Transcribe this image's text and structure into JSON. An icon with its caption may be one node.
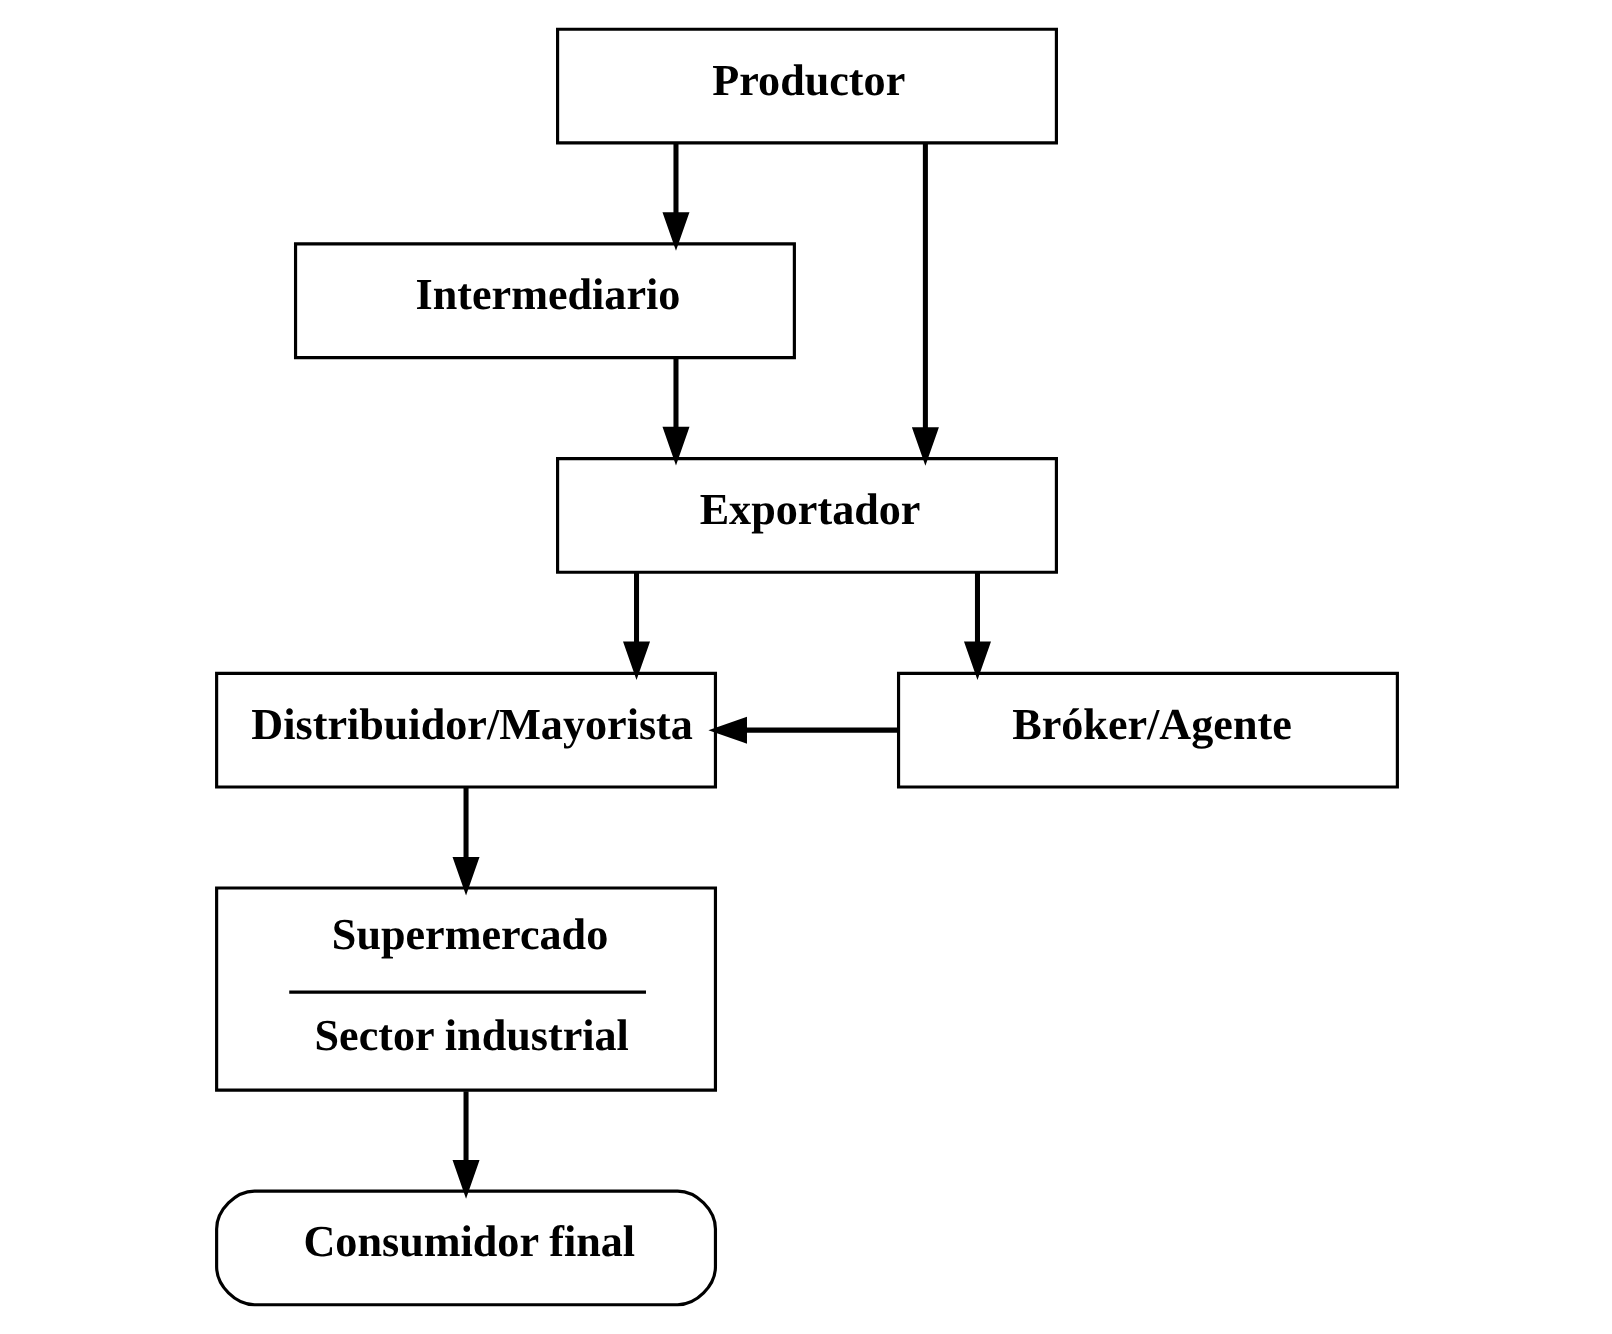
{
  "diagram": {
    "nodes": [
      {
        "text": [
          "Productor"
        ]
      },
      {
        "text": [
          "Intermediario"
        ]
      },
      {
        "text": [
          "Exportador"
        ]
      },
      {
        "text": [
          "Distribuidor/Mayorista"
        ]
      },
      {
        "text": [
          "Bróker/Agente"
        ]
      },
      {
        "text": [
          "Supermercado",
          "Sector industrial"
        ]
      },
      {
        "text": [
          "Consumidor final"
        ]
      }
    ],
    "edges": [
      {
        "from": 0,
        "to": 1,
        "arrow": "to"
      },
      {
        "from": 1,
        "to": 2,
        "arrow": "to"
      },
      {
        "from": 0,
        "to": 2,
        "arrow": "to"
      },
      {
        "from": 2,
        "to": 3,
        "arrow": "to"
      },
      {
        "from": 2,
        "to": 4,
        "arrow": "to"
      },
      {
        "from": 4,
        "to": 3,
        "arrow": "to"
      },
      {
        "from": 3,
        "to": 5,
        "arrow": "to"
      },
      {
        "from": 5,
        "to": 6,
        "arrow": "to"
      }
    ]
  }
}
